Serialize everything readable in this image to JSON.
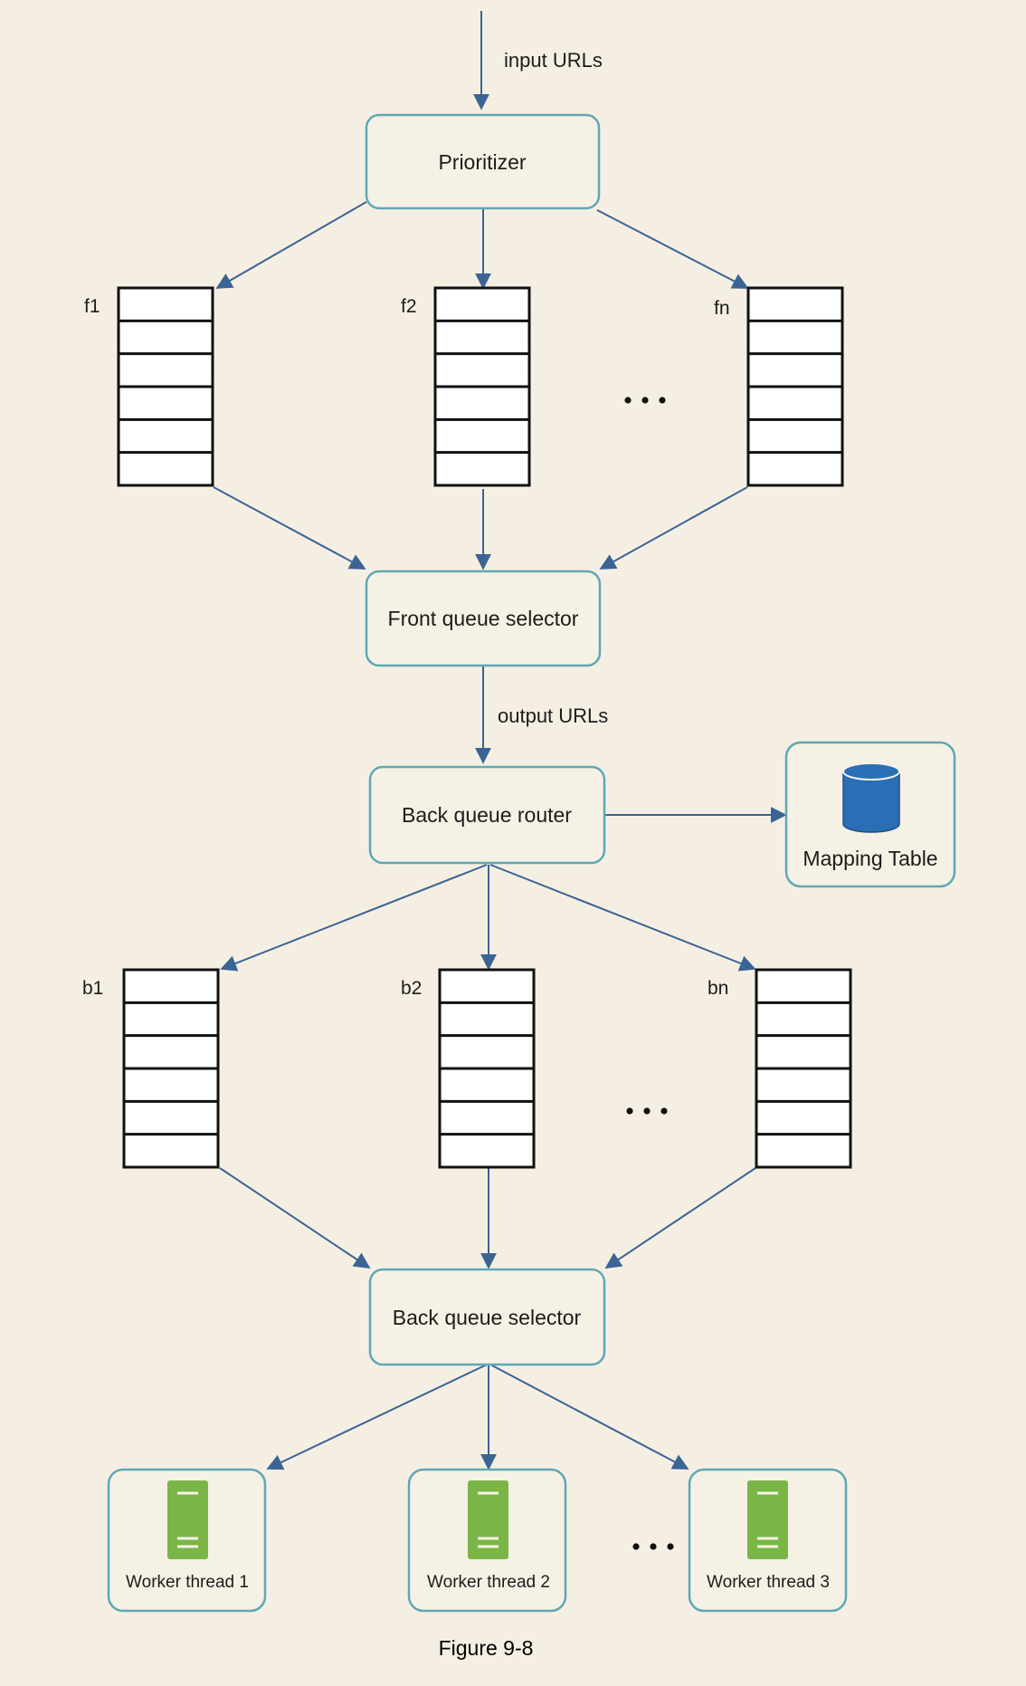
{
  "diagram": {
    "nodes": {
      "prioritizer": "Prioritizer",
      "front_selector": "Front queue selector",
      "back_router": "Back queue router",
      "mapping_table": "Mapping Table",
      "back_selector": "Back queue selector",
      "workers": [
        "Worker thread 1",
        "Worker thread 2",
        "Worker thread 3"
      ]
    },
    "edge_labels": {
      "input": "input URLs",
      "output": "output URLs"
    },
    "front_queues": [
      "f1",
      "f2",
      "fn"
    ],
    "back_queues": [
      "b1",
      "b2",
      "bn"
    ],
    "queue_slots": 6,
    "ellipsis": "...",
    "caption": "Figure 9-8",
    "colors": {
      "background": "#f5efe3",
      "box_border": "#5fa8b5",
      "arrow": "#3b6494",
      "database": "#2a6fb5",
      "server": "#7ab547"
    },
    "icons": {
      "mapping_table": "database-icon",
      "worker": "server-icon"
    }
  }
}
